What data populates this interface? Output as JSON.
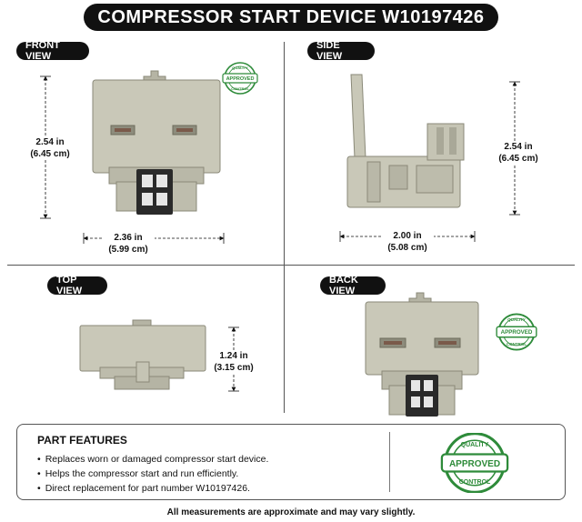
{
  "title": "COMPRESSOR START DEVICE W10197426",
  "views": {
    "front": {
      "label": "FRONT VIEW",
      "height": "2.54 in",
      "height_cm": "(6.45 cm)",
      "width": "2.36 in",
      "width_cm": "(5.99 cm)"
    },
    "side": {
      "label": "SIDE VIEW",
      "height": "2.54 in",
      "height_cm": "(6.45 cm)",
      "width": "2.00 in",
      "width_cm": "(5.08 cm)"
    },
    "top": {
      "label": "TOP VIEW",
      "height": "1.24 in",
      "height_cm": "(3.15 cm)"
    },
    "back": {
      "label": "BACK VIEW"
    }
  },
  "seal": {
    "top": "QUALITY",
    "middle": "APPROVED",
    "bottom": "CONTROL"
  },
  "features": {
    "heading": "PART FEATURES",
    "items": [
      "Replaces worn or damaged compressor start device.",
      "Helps the compressor start and run efficiently.",
      "Direct replacement for part number W10197426."
    ]
  },
  "footnote": "All measurements are approximate and may vary slightly.",
  "colors": {
    "part_body": "#c9c8b8",
    "part_shadow": "#a9a898",
    "seal_green": "#2e8b3a"
  }
}
